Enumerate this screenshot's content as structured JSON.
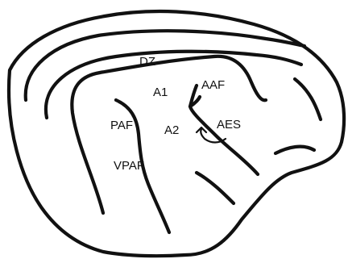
{
  "diagram": {
    "labels": {
      "dz": "DZ",
      "a1": "A1",
      "aaf": "AAF",
      "paf": "PAF",
      "a2": "A2",
      "aes": "AES",
      "vpaf": "VPAF"
    },
    "colors": {
      "ink": "#111111",
      "background": "#ffffff"
    }
  }
}
